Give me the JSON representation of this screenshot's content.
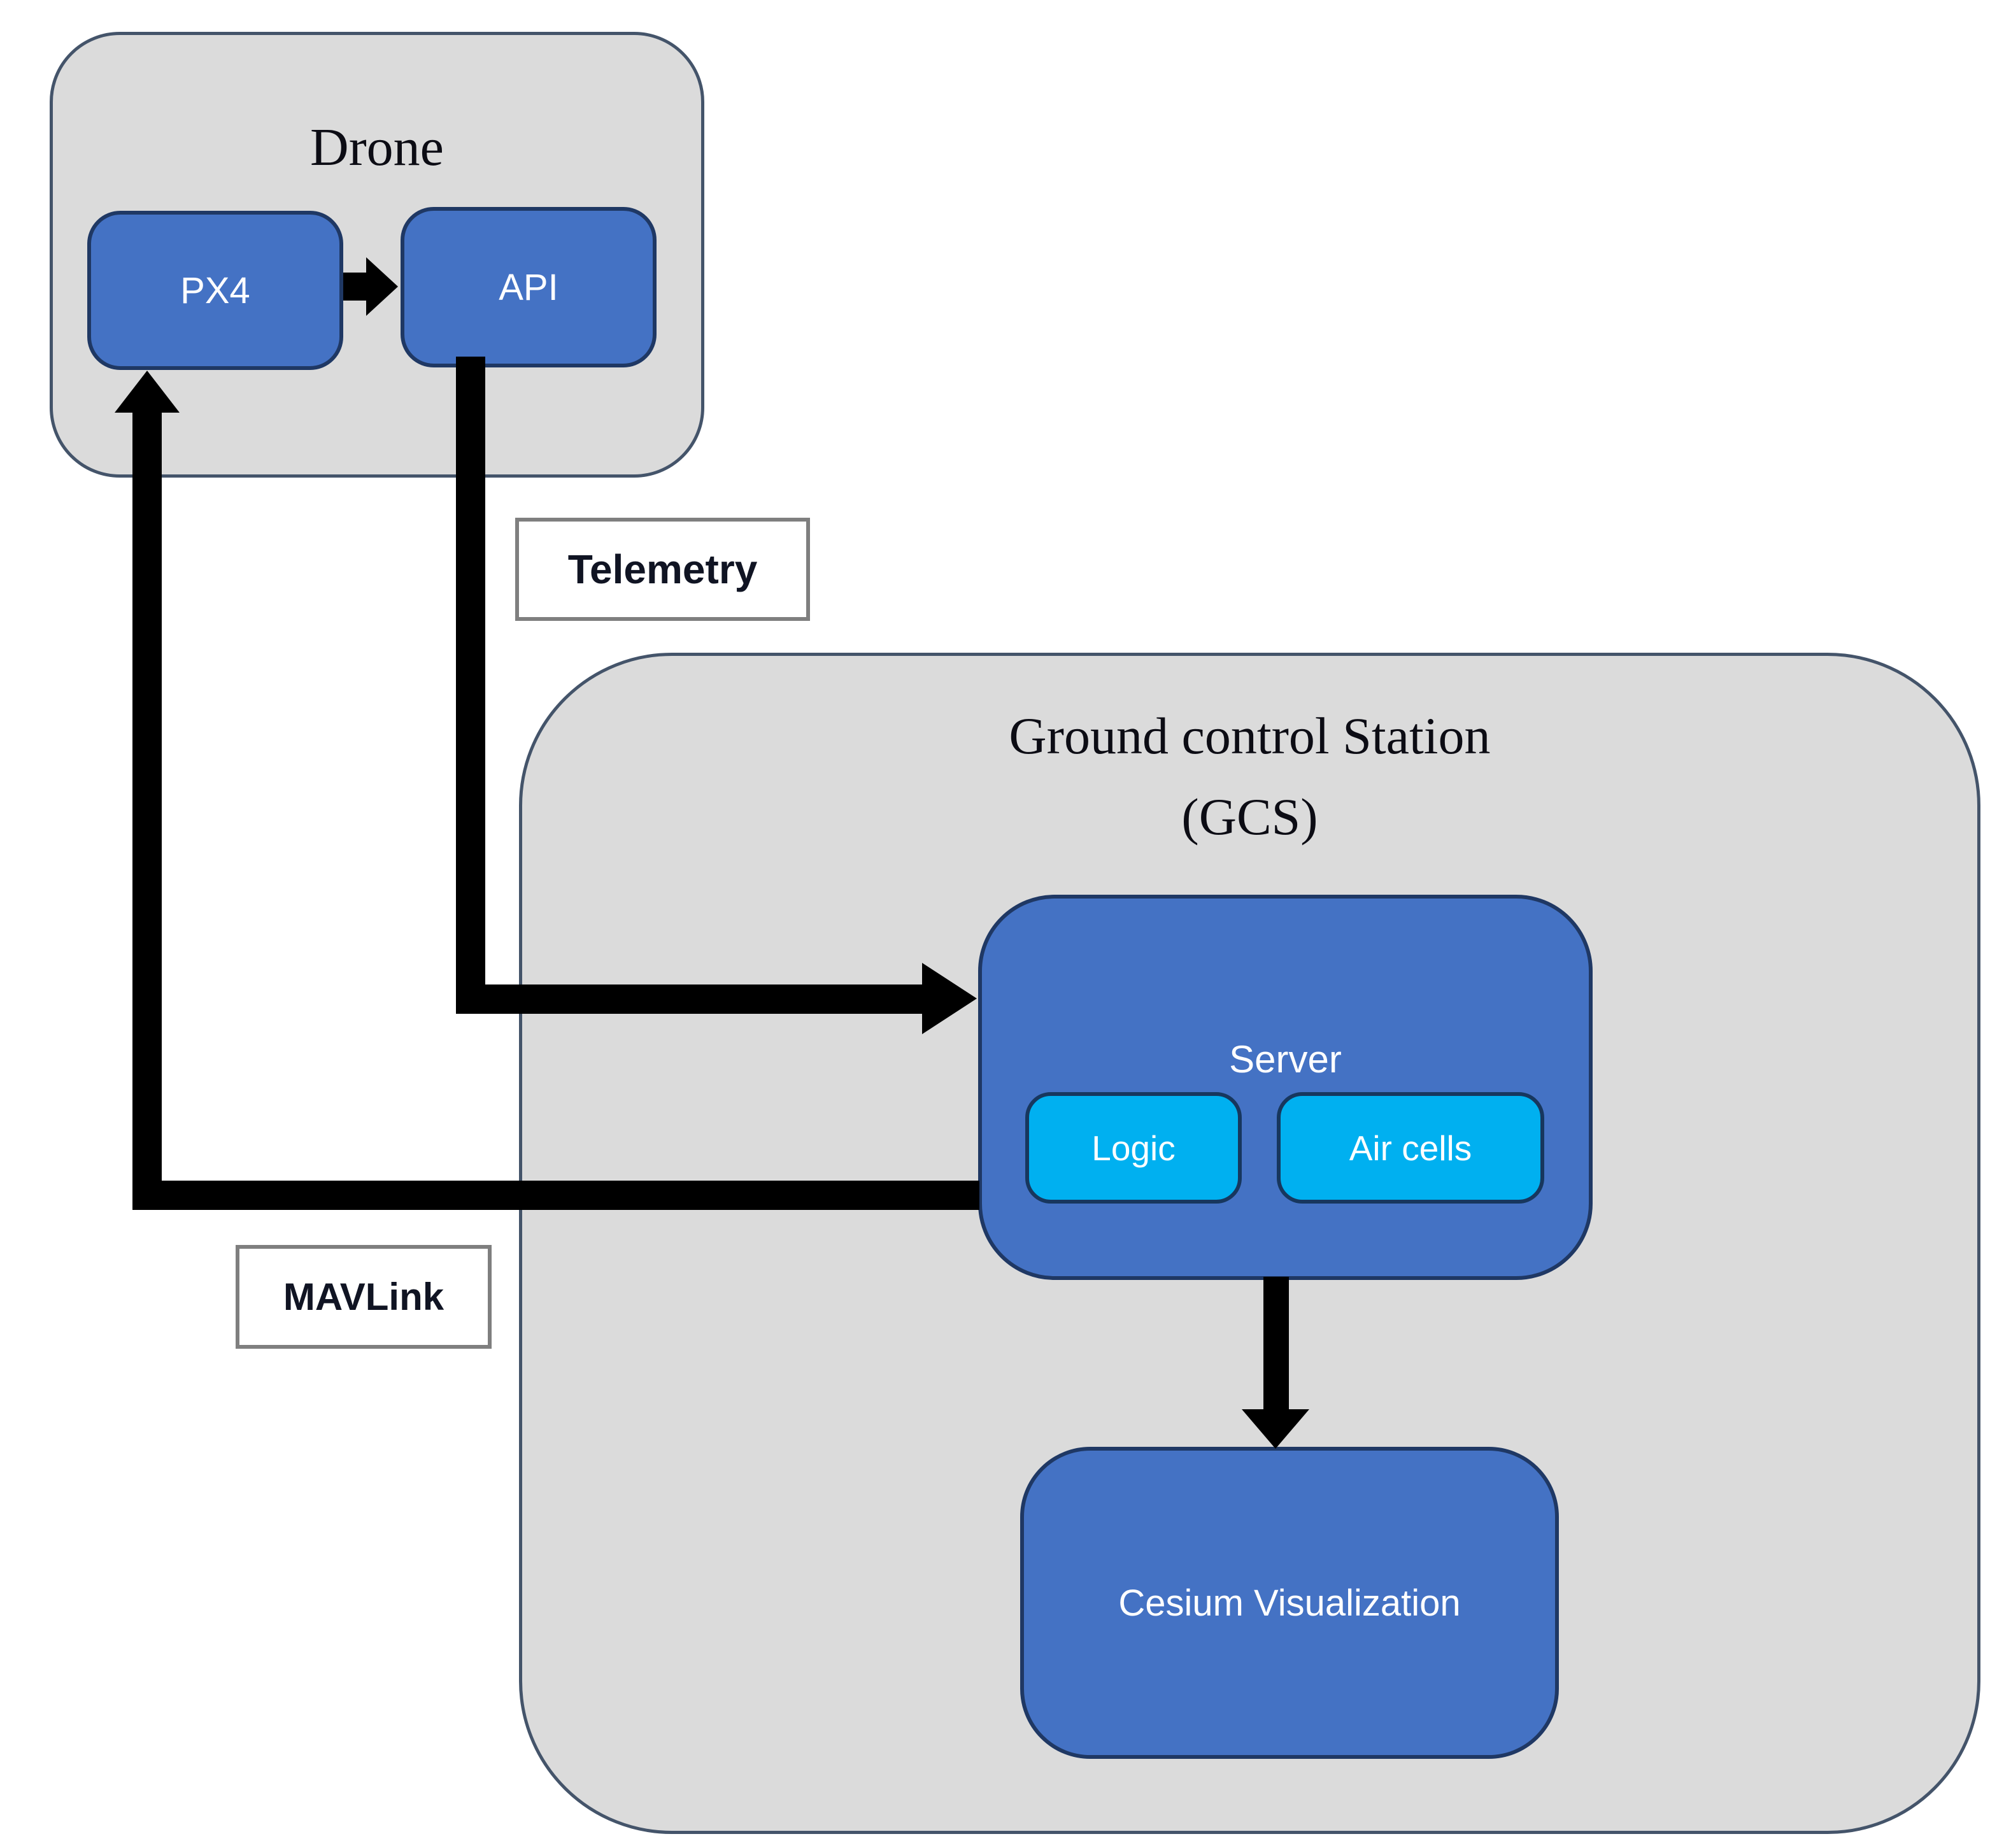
{
  "figure": {
    "drone": {
      "title": "Drone",
      "px4_label": "PX4",
      "api_label": "API"
    },
    "gcs": {
      "title": "Ground control Station",
      "subtitle": "(GCS)",
      "server_label": "Server",
      "logic_label": "Logic",
      "air_cells_label": "Air cells",
      "cesium_label": "Cesium Visualization"
    },
    "connections": {
      "telemetry_label": "Telemetry",
      "mavlink_label": "MAVLink"
    },
    "colors": {
      "background": "#ffffff",
      "container_fill": "#dbdbdb",
      "container_border": "#44546a",
      "node_fill": "#4472c4",
      "node_border": "#1f3864",
      "subnode_fill": "#00b0f0",
      "subnode_border": "#17375e",
      "node_text": "#ffffff",
      "title_text": "#0c0c14",
      "label_border": "#7f7f7f",
      "label_text": "#101423",
      "arrow": "#000000"
    }
  }
}
